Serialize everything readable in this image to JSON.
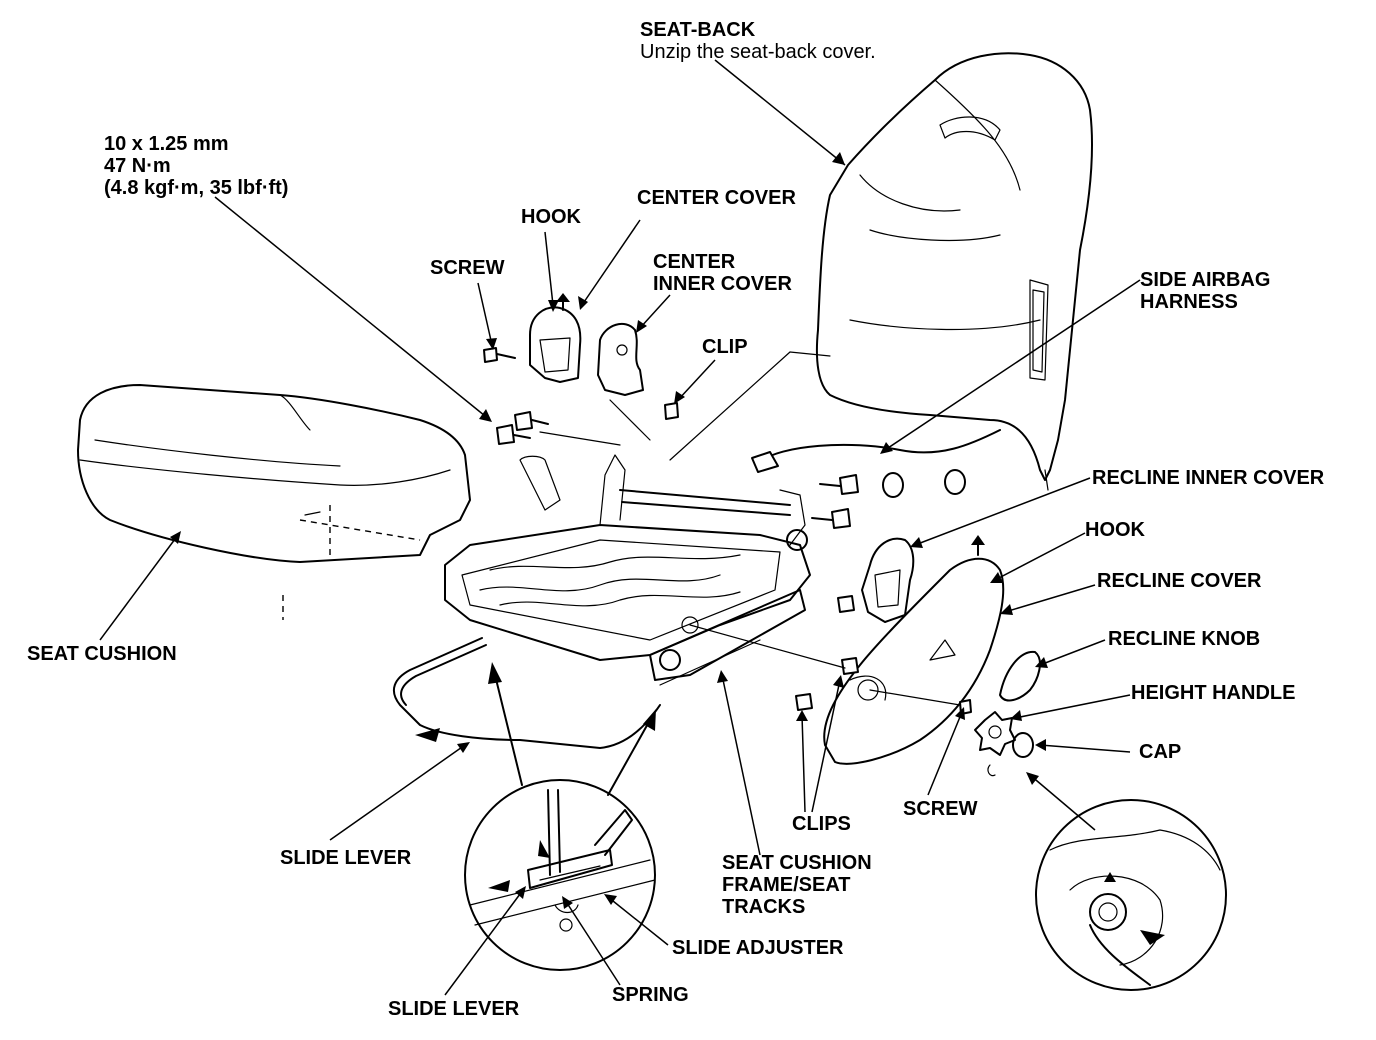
{
  "labels": {
    "seat_back_title": "SEAT-BACK",
    "seat_back_note": "Unzip the seat-back cover.",
    "bolt_size": "10 x 1.25 mm",
    "bolt_torque": "47 N·m",
    "bolt_torque_alt": "(4.8 kgf·m, 35 lbf·ft)",
    "center_cover": "CENTER COVER",
    "hook_top": "HOOK",
    "center_inner_cover_1": "CENTER",
    "center_inner_cover_2": "INNER COVER",
    "screw_top": "SCREW",
    "clip": "CLIP",
    "side_airbag_1": "SIDE AIRBAG",
    "side_airbag_2": "HARNESS",
    "recline_inner_cover": "RECLINE INNER COVER",
    "hook_right": "HOOK",
    "recline_cover": "RECLINE COVER",
    "recline_knob": "RECLINE KNOB",
    "height_handle": "HEIGHT HANDLE",
    "cap": "CAP",
    "seat_cushion": "SEAT CUSHION",
    "slide_lever_upper": "SLIDE LEVER",
    "clips": "CLIPS",
    "screw_bottom": "SCREW",
    "frame_1": "SEAT CUSHION",
    "frame_2": "FRAME/SEAT",
    "frame_3": "TRACKS",
    "slide_adjuster": "SLIDE ADJUSTER",
    "slide_lever_lower": "SLIDE LEVER",
    "spring": "SPRING"
  }
}
